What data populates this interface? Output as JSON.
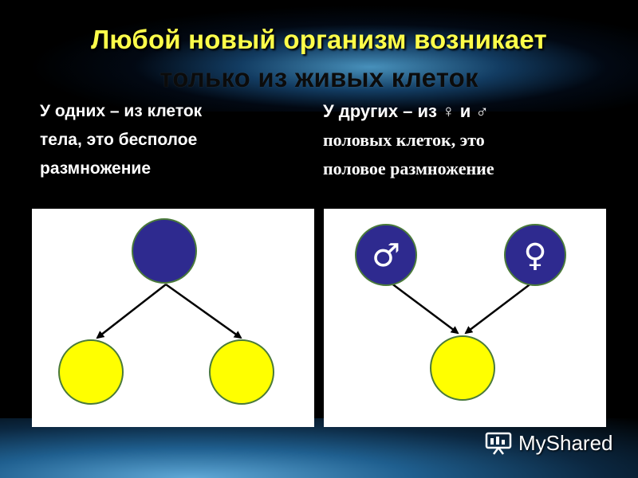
{
  "slide": {
    "title_line1": "Любой новый организм возникает",
    "title_line2": "только из живых клеток"
  },
  "left_text": {
    "line1": "У одних – из клеток",
    "line2": "тела, это бесполое",
    "line3": "размножение"
  },
  "right_text": {
    "line1": "У других – из ♀ и ♂",
    "line2": "половых клеток, это",
    "line3": "половое размножение"
  },
  "diagram_right": {
    "male_symbol": "♂",
    "female_symbol": "♀"
  },
  "watermark": {
    "text": "MyShared"
  },
  "colors": {
    "title": "#ffff4a",
    "parent_cell": "#2e2a8f",
    "child_cell": "#ffff00",
    "cell_stroke": "#4a7a3a"
  }
}
